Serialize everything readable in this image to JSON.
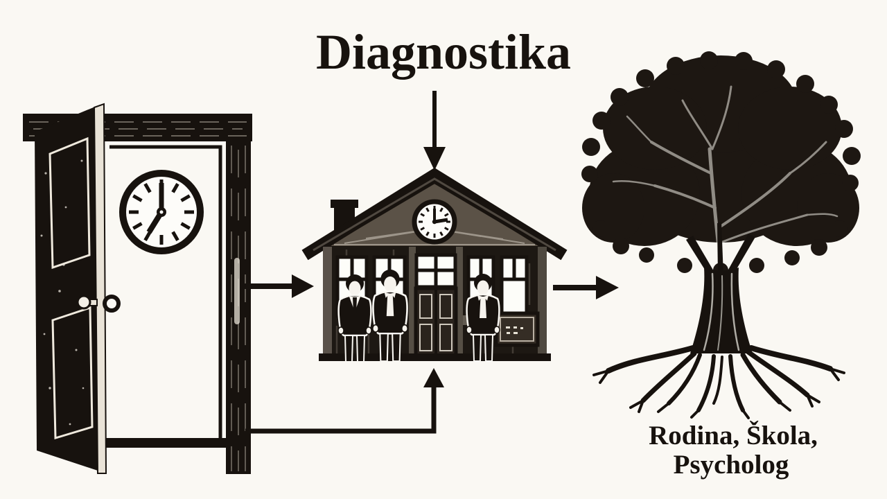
{
  "colors": {
    "background": "#faf8f3",
    "ink": "#17120e",
    "wood_mid": "#5b5247",
    "paper_white": "#f6f3ed"
  },
  "title": {
    "text": "Diagnostika"
  },
  "door": {
    "icon": "open-door-with-wall-clock-icon",
    "clock_time": "7:00"
  },
  "school": {
    "icon": "school-building-with-three-people-icon",
    "gable_clock_time": "2:55",
    "people_count": "3"
  },
  "tree": {
    "icon": "tree-with-roots-icon",
    "caption_line1": "Rodina, Škola,",
    "caption_line2": "Psycholog"
  },
  "arrows": {
    "title_to_school": "down",
    "door_to_school": "right",
    "school_to_tree": "right",
    "door_bottom_to_school": "right-then-up"
  }
}
